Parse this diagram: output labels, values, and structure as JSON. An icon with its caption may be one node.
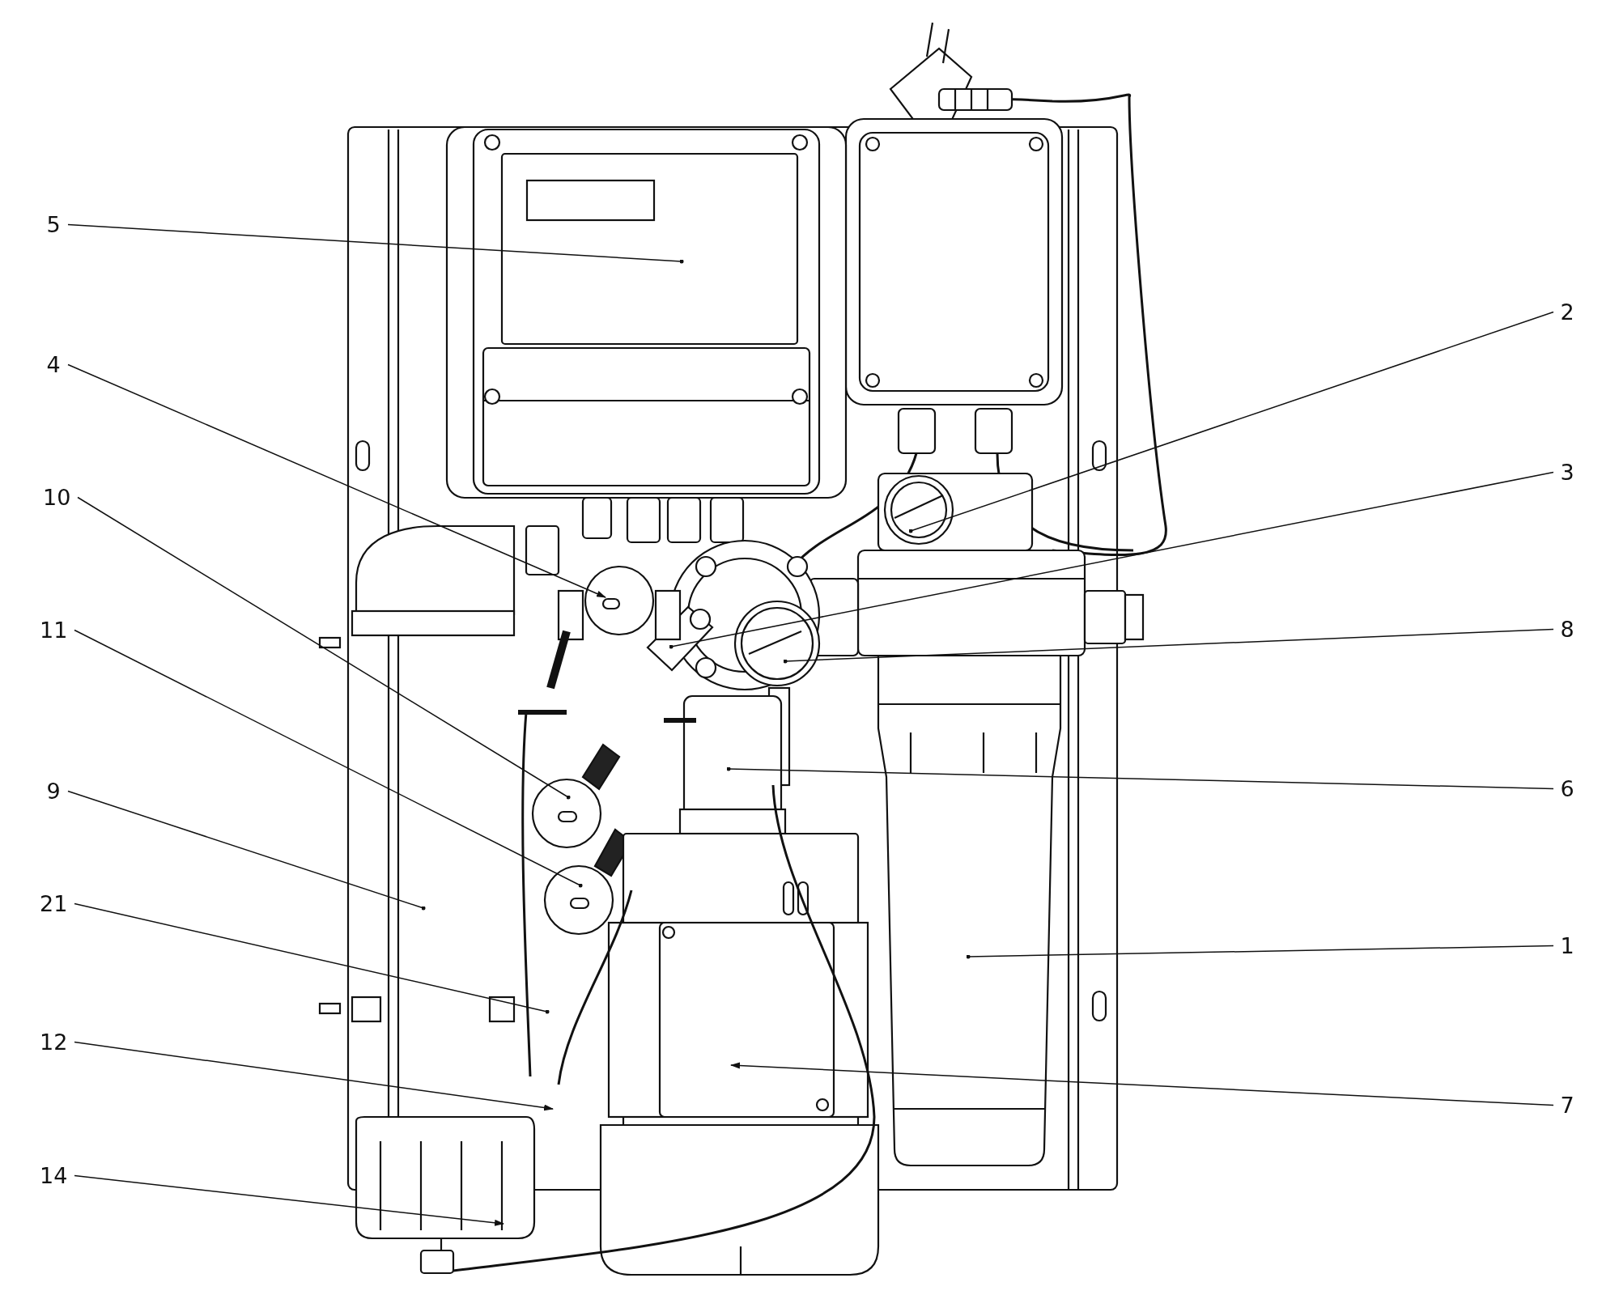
{
  "diagram": {
    "nodes": [
      {
        "text": [
          "5"
        ]
      },
      {
        "text": [
          "2"
        ]
      },
      {
        "text": [
          "4"
        ]
      },
      {
        "text": [
          "3"
        ]
      },
      {
        "text": [
          "10"
        ]
      },
      {
        "text": [
          "8"
        ]
      },
      {
        "text": [
          "11"
        ]
      },
      {
        "text": [
          "6"
        ]
      },
      {
        "text": [
          "9"
        ]
      },
      {
        "text": [
          "21"
        ]
      },
      {
        "text": [
          "1"
        ]
      },
      {
        "text": [
          "12"
        ]
      },
      {
        "text": [
          "7"
        ]
      },
      {
        "text": [
          "14"
        ]
      }
    ],
    "edges": [
      {
        "from": 0,
        "to": null,
        "arrow": "other"
      },
      {
        "from": 1,
        "to": null,
        "arrow": "other"
      },
      {
        "from": 2,
        "to": null,
        "arrow": "to"
      },
      {
        "from": 3,
        "to": null,
        "arrow": "other"
      },
      {
        "from": 4,
        "to": null,
        "arrow": "other"
      },
      {
        "from": 5,
        "to": null,
        "arrow": "other"
      },
      {
        "from": 6,
        "to": null,
        "arrow": "other"
      },
      {
        "from": 7,
        "to": null,
        "arrow": "other"
      },
      {
        "from": 8,
        "to": null,
        "arrow": "other"
      },
      {
        "from": 9,
        "to": null,
        "arrow": "other"
      },
      {
        "from": 10,
        "to": null,
        "arrow": "other"
      },
      {
        "from": 11,
        "to": null,
        "arrow": "to"
      },
      {
        "from": 12,
        "to": null,
        "arrow": "to"
      },
      {
        "from": 13,
        "to": null,
        "arrow": "to"
      }
    ]
  }
}
